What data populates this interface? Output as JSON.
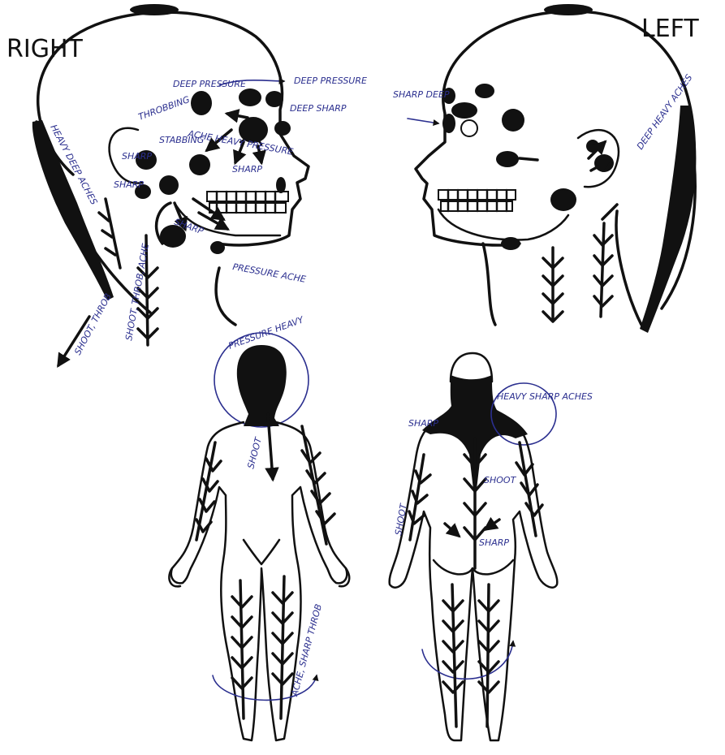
{
  "colors": {
    "ink": "#111111",
    "pen": "#2b2f8f",
    "paper": "#ffffff"
  },
  "side_labels": {
    "right": "RIGHT",
    "left": "LEFT"
  },
  "right_head_labels": {
    "heavy_deep_aches": "HEAVY DEEP ACHES",
    "deep_pressure_top": "DEEP PRESSURE",
    "deep_pressure_arrow": "DEEP PRESSURE",
    "deep_sharp": "DEEP SHARP",
    "throbbing": "THROBBING",
    "sharp_ear": "SHARP",
    "stabbing": "STABBING",
    "ache_heavy_pressure": "ACHE HEAVY PRESSURE",
    "sharp_cheek": "SHARP",
    "sharp_jaw_back": "SHARP",
    "sharp_jaw": "SHARP",
    "pressure_ache": "PRESSURE ACHE",
    "shoot_throb": "SHOOT, THROB",
    "shoot_throb_ache": "SHOOT, THROB, ACHE"
  },
  "left_head_labels": {
    "sharp_deep": "SHARP DEEP",
    "deep_heavy_aches": "DEEP HEAVY ACHES"
  },
  "front_body_labels": {
    "pressure_heavy": "PRESSURE HEAVY",
    "shoot": "SHOOT",
    "ache_sharp_throb": "ACHE, SHARP THROB"
  },
  "back_body_labels": {
    "sharp_shoulder": "SHARP",
    "heavy_sharp_aches": "HEAVY SHARP ACHES",
    "shoot_arm": "SHOOT",
    "shoot_spine": "SHOOT",
    "sharp_lower": "SHARP"
  }
}
